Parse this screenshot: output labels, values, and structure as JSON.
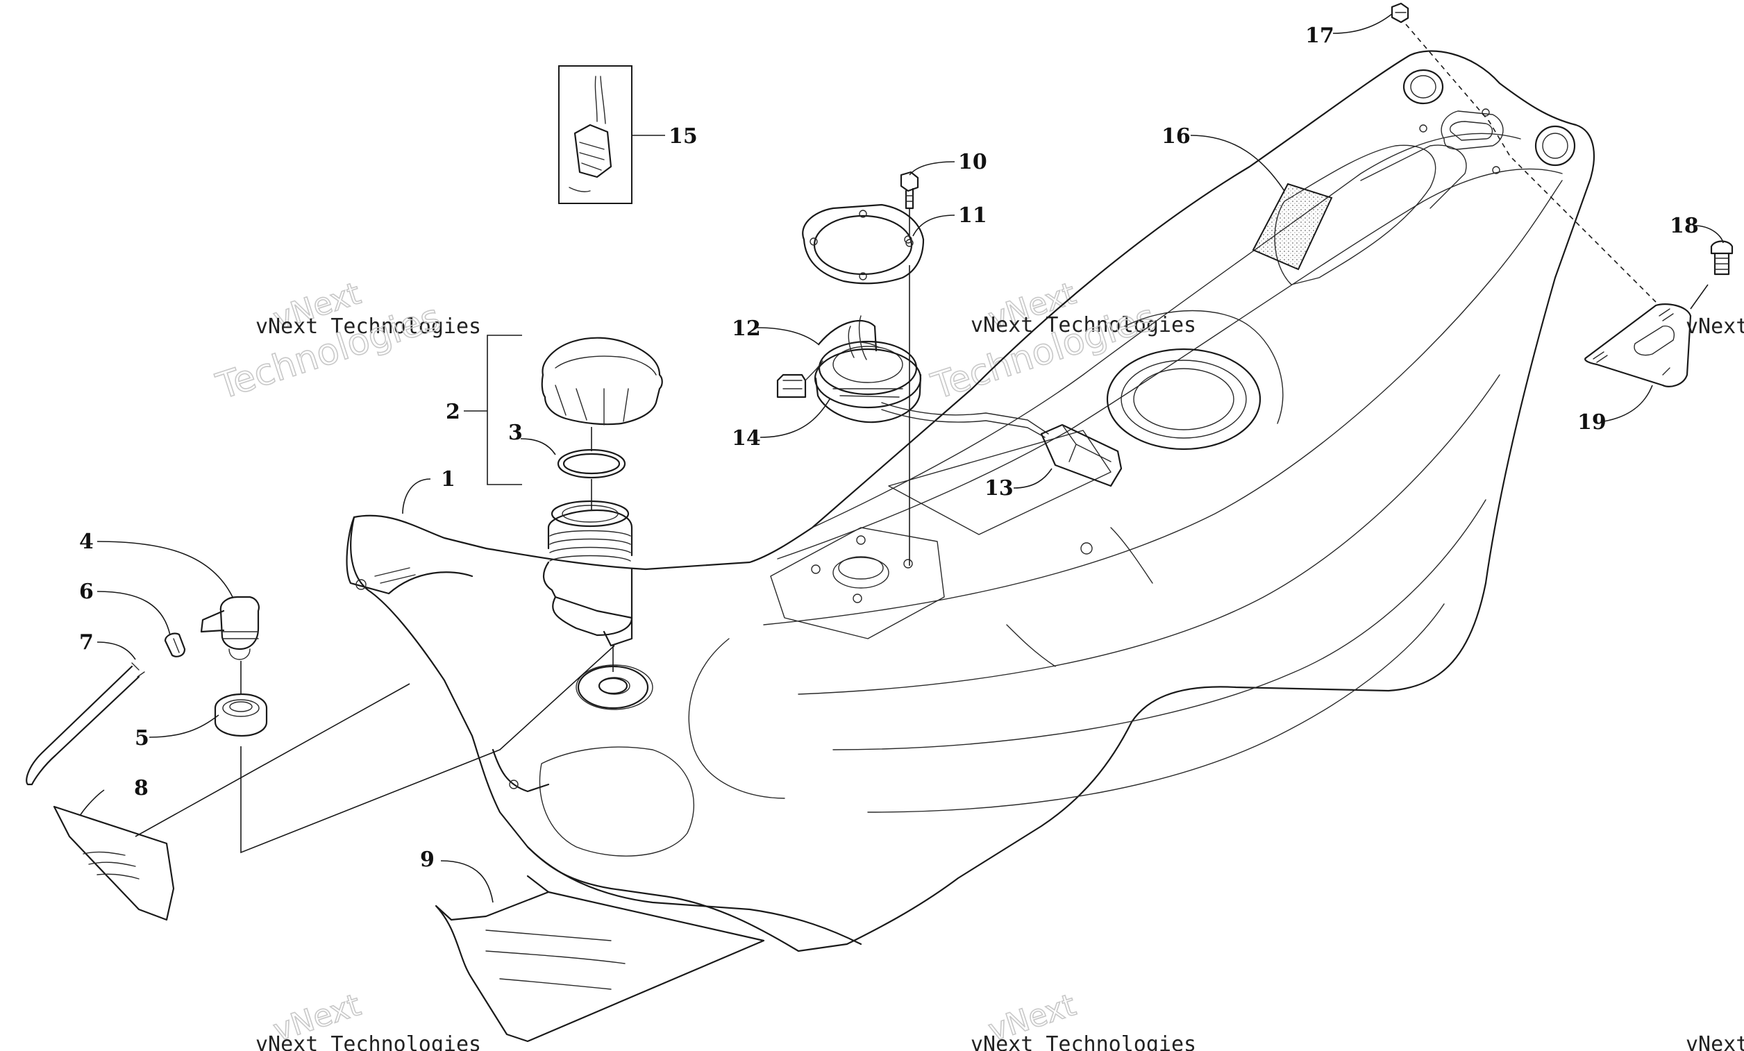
{
  "diagram": {
    "callouts": [
      "1",
      "2",
      "3",
      "4",
      "5",
      "6",
      "7",
      "8",
      "9",
      "10",
      "11",
      "12",
      "13",
      "14",
      "15",
      "16",
      "17",
      "18",
      "19"
    ]
  },
  "watermark": {
    "brand": "vNext",
    "company": "vNext Technologies",
    "word": "Technologies"
  }
}
